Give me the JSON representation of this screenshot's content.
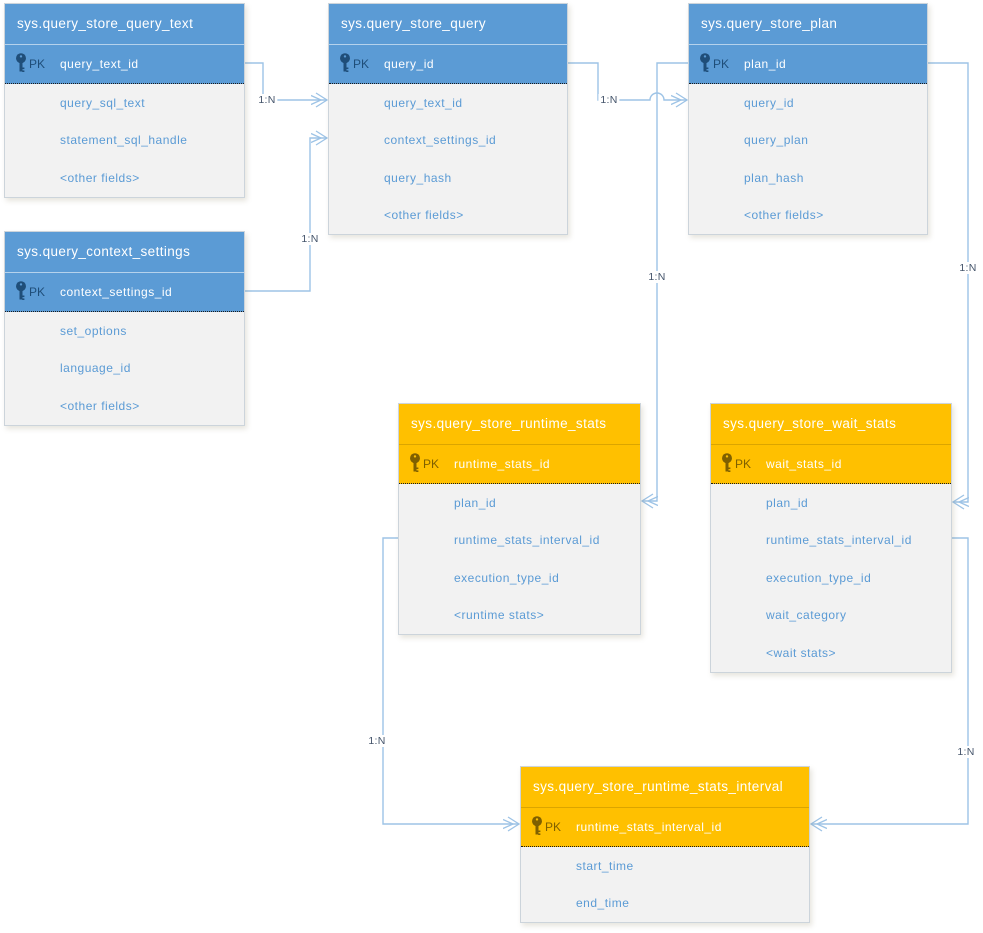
{
  "colors": {
    "blue_header": "#5B9BD5",
    "orange_header": "#FFC000",
    "blue_pk_accent": "#1F4E79",
    "orange_pk_accent": "#7F6000",
    "field_text": "#5B9BD5",
    "body_background": "#F2F2F2",
    "connector_line": "#9DC3E6",
    "cardinality_text": "#44546A"
  },
  "tables": [
    {
      "name": "sys.query_store_query_text",
      "theme": "blue",
      "pk_label": "PK",
      "pk_field": "query_text_id",
      "fields": [
        "query_sql_text",
        "statement_sql_handle",
        "<other fields>"
      ]
    },
    {
      "name": "sys.query_store_query",
      "theme": "blue",
      "pk_label": "PK",
      "pk_field": "query_id",
      "fields": [
        "query_text_id",
        "context_settings_id",
        "query_hash",
        "<other fields>"
      ]
    },
    {
      "name": "sys.query_store_plan",
      "theme": "blue",
      "pk_label": "PK",
      "pk_field": "plan_id",
      "fields": [
        "query_id",
        "query_plan",
        "plan_hash",
        "<other fields>"
      ]
    },
    {
      "name": "sys.query_context_settings",
      "theme": "blue",
      "pk_label": "PK",
      "pk_field": "context_settings_id",
      "fields": [
        "set_options",
        "language_id",
        "<other fields>"
      ]
    },
    {
      "name": "sys.query_store_runtime_stats",
      "theme": "orange",
      "pk_label": "PK",
      "pk_field": "runtime_stats_id",
      "fields": [
        "plan_id",
        "runtime_stats_interval_id",
        "execution_type_id",
        "<runtime stats>"
      ]
    },
    {
      "name": "sys.query_store_wait_stats",
      "theme": "orange",
      "pk_label": "PK",
      "pk_field": "wait_stats_id",
      "fields": [
        "plan_id",
        "runtime_stats_interval_id",
        "execution_type_id",
        "wait_category",
        "<wait stats>"
      ]
    },
    {
      "name": "sys.query_store_runtime_stats_interval",
      "theme": "orange",
      "pk_label": "PK",
      "pk_field": "runtime_stats_interval_id",
      "fields": [
        "start_time",
        "end_time"
      ]
    }
  ],
  "connectors": [
    {
      "label": "1:N",
      "from_table": "sys.query_store_query_text",
      "from_field": "query_text_id",
      "to_table": "sys.query_store_query",
      "to_field": "query_text_id"
    },
    {
      "label": "1:N",
      "from_table": "sys.query_context_settings",
      "from_field": "context_settings_id",
      "to_table": "sys.query_store_query",
      "to_field": "context_settings_id"
    },
    {
      "label": "1:N",
      "from_table": "sys.query_store_query",
      "from_field": "query_id",
      "to_table": "sys.query_store_plan",
      "to_field": "query_id"
    },
    {
      "label": "1:N",
      "from_table": "sys.query_store_plan",
      "from_field": "plan_id",
      "to_table": "sys.query_store_runtime_stats",
      "to_field": "plan_id"
    },
    {
      "label": "1:N",
      "from_table": "sys.query_store_plan",
      "from_field": "plan_id",
      "to_table": "sys.query_store_wait_stats",
      "to_field": "plan_id"
    },
    {
      "label": "1:N",
      "from_table": "sys.query_store_runtime_stats",
      "from_field": "runtime_stats_interval_id",
      "to_table": "sys.query_store_runtime_stats_interval",
      "to_field": "runtime_stats_interval_id"
    },
    {
      "label": "1:N",
      "from_table": "sys.query_store_wait_stats",
      "from_field": "runtime_stats_interval_id",
      "to_table": "sys.query_store_runtime_stats_interval",
      "to_field": "runtime_stats_interval_id"
    }
  ]
}
